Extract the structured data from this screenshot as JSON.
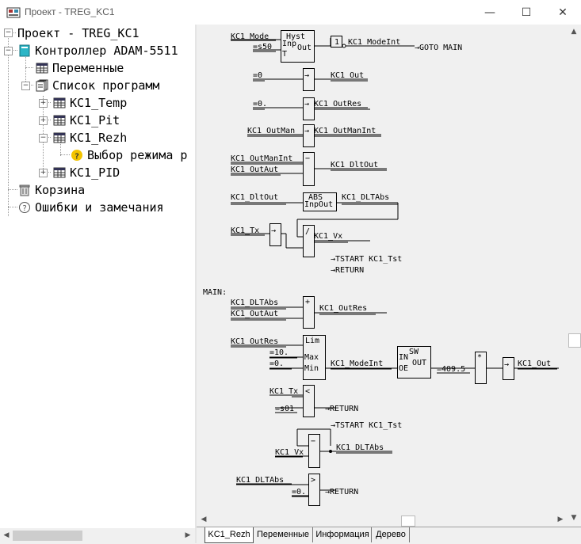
{
  "window": {
    "title": "Проект - TREG_KC1",
    "minimize_glyph": "—",
    "maximize_glyph": "☐",
    "close_glyph": "✕"
  },
  "tree": {
    "root": "Проект - TREG_KC1",
    "controller": "Контроллер ADAM-5511",
    "variables": "Переменные",
    "programs": "Список программ",
    "prog_temp": "KC1_Temp",
    "prog_pit": "KC1_Pit",
    "prog_rezh": "KC1_Rezh",
    "rezh_child": "Выбор режима р",
    "prog_pid": "KC1_PID",
    "trash": "Корзина",
    "errors": "Ошибки и замечания",
    "expand_glyph": "+",
    "collapse_glyph": "−"
  },
  "tabs": [
    "KC1_Rezh",
    "Переменные",
    "Информация",
    "Дерево"
  ],
  "scroll": {
    "up": "▲",
    "down": "▼",
    "left": "◀",
    "right": "▶"
  },
  "diagram": {
    "r1_in_mode": "KC1_Mode",
    "r1_in_s50": "=s50",
    "r1_hyst": "Hyst",
    "r1_inp": "Inp",
    "r1_out": "Out",
    "r1_t": "T",
    "r1_not": "1",
    "r1_mode_int": "KC1_ModeInt",
    "r1_goto": "→GOTO MAIN",
    "r2_in": "=0",
    "r2_arrow": "→",
    "r2_out": "KC1_Out",
    "r3_in": "=0.",
    "r3_arrow": "→",
    "r3_out": "KC1_OutRes",
    "r4_in": "KC1_OutMan",
    "r4_arrow": "→",
    "r4_out": "KC1_OutManInt",
    "r5_in1": "KC1_OutManInt",
    "r5_in2": "KC1_OutAut",
    "r5_op": "−",
    "r5_out": "KC1_DltOut",
    "r6_in": "KC1_DltOut",
    "r6_abs": "ABS",
    "r6_inpout": "InpOut",
    "r6_out": "KC1_DLTAbs",
    "r7_in": "KC1_Tx",
    "r7_arrow": "→",
    "r7_div": "/",
    "r7_out": "KC1_Vx",
    "r7_tstart": "→TSTART KC1_Tst",
    "r7_return": "→RETURN",
    "main_label": "MAIN:",
    "r8_in1": "KC1_DLTAbs",
    "r8_in2": "KC1_OutAut",
    "r8_op": "+",
    "r8_out": "KC1_OutRes",
    "r9_in": "KC1_OutRes",
    "r9_max": "=10.",
    "r9_min": "=0.",
    "r9_lim": "Lim",
    "r9_maxl": "Max",
    "r9_minl": "Min",
    "r9_modeint": "KC1_ModeInt",
    "r9_sw": "SW",
    "r9_in_l": "IN",
    "r9_oe": "OE",
    "r9_out_l": "OUT",
    "r9_const": "=409.5",
    "r9_mul": "*",
    "r9_arrow": "→",
    "r9_out": "KC1_Out",
    "r10_in": "KC1_Tx",
    "r10_s01": "=s01",
    "r10_op": "<",
    "r10_return": "→RETURN",
    "r11_tstart": "→TSTART KC1_Tst",
    "r11_op": "−",
    "r11_in": "KC1_Vx",
    "r11_out": "KC1_DLTAbs",
    "r12_in": "KC1_DLTAbs",
    "r12_c": "=0.",
    "r12_op": ">",
    "r12_return": "→RETURN"
  }
}
